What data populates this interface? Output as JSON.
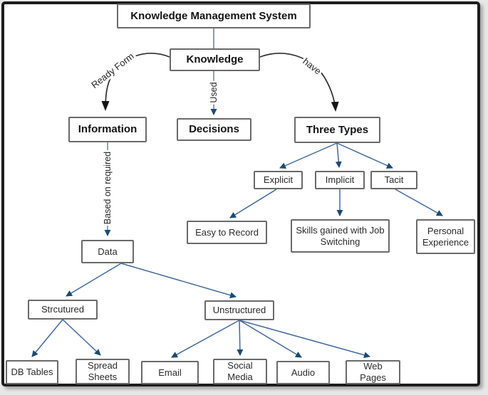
{
  "diagram_title": "Knowledge Management System",
  "nodes": {
    "kms": {
      "label": "Knowledge Management System"
    },
    "knowledge": {
      "label": "Knowledge"
    },
    "information": {
      "label": "Information"
    },
    "decisions": {
      "label": "Decisions"
    },
    "three_types": {
      "label": "Three Types"
    },
    "explicit": {
      "label": "Explicit"
    },
    "implicit": {
      "label": "Implicit"
    },
    "tacit": {
      "label": "Tacit"
    },
    "easy_to_record": {
      "label": "Easy to Record"
    },
    "skills_job_switching": {
      "label": "Skills gained with Job Switching"
    },
    "personal_experience": {
      "label": "Personal Experience"
    },
    "data_node": {
      "label": "Data"
    },
    "structured": {
      "label": "Strcutured"
    },
    "unstructured": {
      "label": "Unstructured"
    },
    "db_tables": {
      "label": "DB Tables"
    },
    "spread_sheets": {
      "label": "Spread Sheets"
    },
    "email": {
      "label": "Email"
    },
    "social_media": {
      "label": "Social Media"
    },
    "audio": {
      "label": "Audio"
    },
    "web_pages": {
      "label": "Web Pages"
    }
  },
  "edge_labels": {
    "ready_form": "Ready Form",
    "used": "Used",
    "have": "have",
    "based_on_required": "Based on required"
  },
  "colors": {
    "connector_blue": "#44699d",
    "arrowhead_blue": "#1c4a73",
    "curve_black": "#2f2f2f",
    "plain_line_gray": "#76838e",
    "box_border": "#6a6a6a",
    "frame_border": "#1d1d1d",
    "canvas_background": "#ffffff",
    "page_background": "#e7e7e7"
  }
}
